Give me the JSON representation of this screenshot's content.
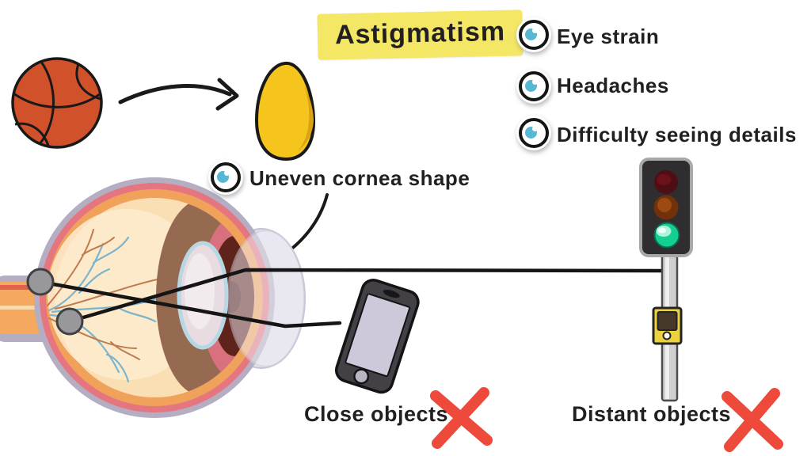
{
  "title": "Astigmatism",
  "symptoms": [
    "Eye strain",
    "Headaches",
    "Difficulty seeing details"
  ],
  "cause_label": "Uneven cornea shape",
  "close_objects_label": "Close objects",
  "distant_objects_label": "Distant objects",
  "icons": {
    "bullet": "eye-icon",
    "negation": "x-mark"
  },
  "illustrations": [
    "basketball",
    "egg",
    "eyeball-cross-section",
    "smartphone",
    "traffic-light"
  ],
  "colors": {
    "background": "#ffffff",
    "text": "#221f20",
    "title_highlight": "#f4e765",
    "eye_icon_pupil": "#58b7d2",
    "x_mark": "#ee4a3c",
    "basketball": "#d1512a",
    "egg": "#f5c51d",
    "traffic_green": "#14cf92",
    "eye_sclera_ring": "#b5aec2",
    "eye_choroid_ring": "#e57680",
    "eye_retina_ring": "#f0a15a",
    "eye_interior": "#fbdfb4"
  }
}
